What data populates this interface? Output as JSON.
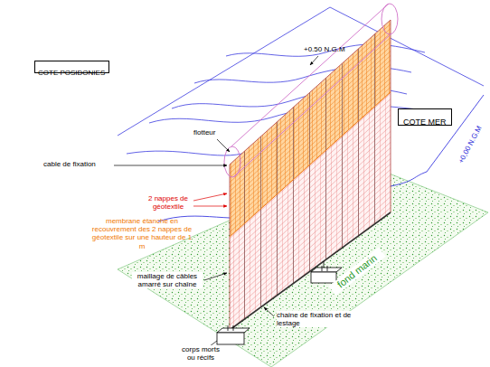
{
  "diagram": {
    "nodes": [
      {
        "text": [
          "COTE POSIDONIES"
        ]
      },
      {
        "text": [
          "COTE MER"
        ]
      }
    ],
    "labels": [
      "+0.50 N.G.M",
      "flotteur",
      "cable de fixation",
      "2 nappes de géotextile",
      "membrane étanche en recouvrement des 2 nappes de géotextile sur une hauteur de 1 m",
      "maillage de câbles amarré sur chaîne",
      "chaine de fixation et de lestage",
      "corps morts ou récifs",
      "fond marin",
      "+0,00 N.G.M"
    ]
  }
}
